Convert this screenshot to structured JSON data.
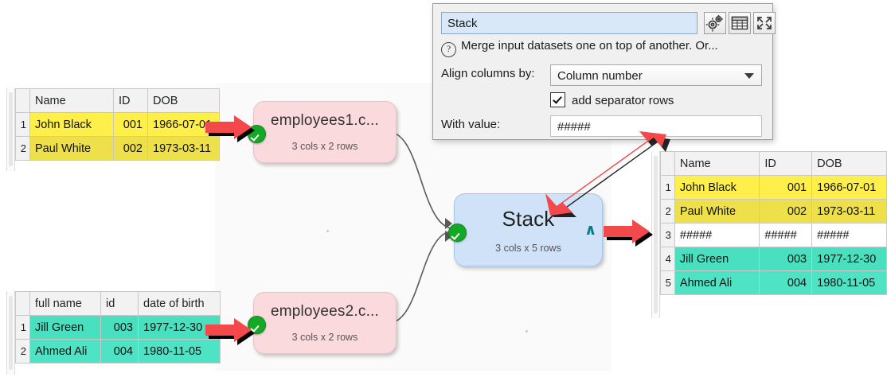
{
  "dialog": {
    "title_value": "Stack",
    "help_text": "Merge input datasets one on top of another. Or...",
    "align_label": "Align columns by:",
    "align_value": "Column number",
    "checkbox_label": "add separator rows",
    "with_value_label": "With value:",
    "with_value_value": "#####",
    "buttons": {
      "settings": "gears-icon",
      "table": "table-icon",
      "expand": "expand-icon"
    }
  },
  "input_table_1": {
    "headers": [
      "Name",
      "ID",
      "DOB"
    ],
    "rows": [
      {
        "n": "1",
        "c": [
          "John Black",
          "001",
          "1966-07-01"
        ]
      },
      {
        "n": "2",
        "c": [
          "Paul White",
          "002",
          "1973-03-11"
        ]
      }
    ]
  },
  "input_table_2": {
    "headers": [
      "full name",
      "id",
      "date of birth"
    ],
    "rows": [
      {
        "n": "1",
        "c": [
          "Jill Green",
          "003",
          "1977-12-30"
        ]
      },
      {
        "n": "2",
        "c": [
          "Ahmed Ali",
          "004",
          "1980-11-05"
        ]
      }
    ]
  },
  "output_table": {
    "headers": [
      "Name",
      "ID",
      "DOB"
    ],
    "rows": [
      {
        "n": "1",
        "c": [
          "John Black",
          "001",
          "1966-07-01"
        ]
      },
      {
        "n": "2",
        "c": [
          "Paul White",
          "002",
          "1973-03-11"
        ]
      },
      {
        "n": "3",
        "c": [
          "#####",
          "#####",
          "#####"
        ]
      },
      {
        "n": "4",
        "c": [
          "Jill Green",
          "003",
          "1977-12-30"
        ]
      },
      {
        "n": "5",
        "c": [
          "Ahmed Ali",
          "004",
          "1980-11-05"
        ]
      }
    ]
  },
  "canvas": {
    "node_input_1": {
      "title": "employees1.c...",
      "sub": "3 cols x 2 rows",
      "status": "ok"
    },
    "node_input_2": {
      "title": "employees2.c...",
      "sub": "3 cols x 2 rows",
      "status": "ok"
    },
    "node_stack": {
      "title": "Stack",
      "sub": "3 cols x 5 rows",
      "status": "ok",
      "caret": "∧"
    }
  },
  "colors": {
    "yellow_row_a": "#ffef4a",
    "yellow_row_b": "#ede04b",
    "teal_row_a": "#49e0c0",
    "teal_row_b": "#4ee3c4",
    "node_pink": "#fadadd",
    "node_blue": "#cfe2f7",
    "ok_green": "#15a726",
    "annotation_red": "#f4494b",
    "title_field_blue": "#d8e8f8"
  }
}
